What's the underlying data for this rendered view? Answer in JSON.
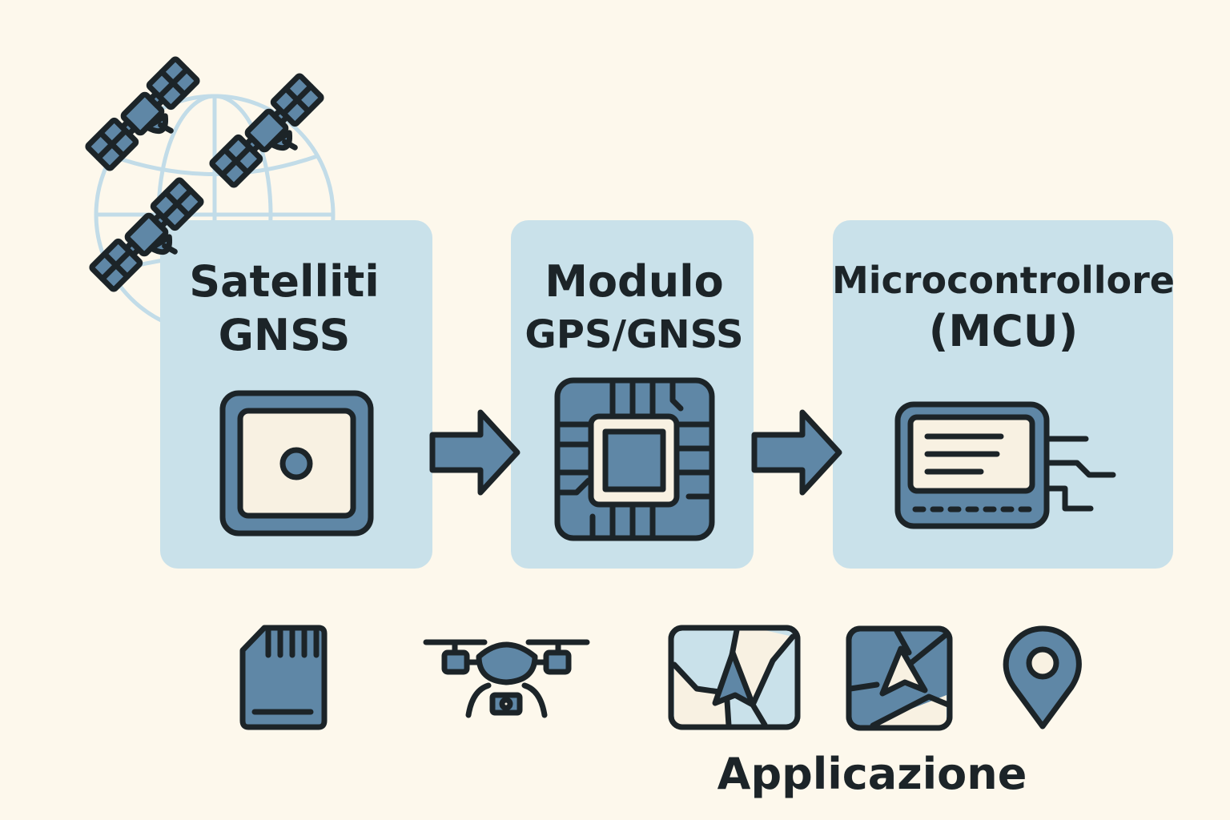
{
  "colors": {
    "background": "#fdf8ec",
    "box": "#c9e1ea",
    "accent": "#5f87a6",
    "outline": "#1c2428",
    "cream": "#f8f1e2",
    "globe": "#c2dce8"
  },
  "stages": [
    {
      "line1": "Satelliti",
      "line2": "GNSS",
      "icon": "gnss-antenna-icon"
    },
    {
      "line1": "Modulo",
      "line2": "GPS/GNSS",
      "icon": "gps-chip-icon"
    },
    {
      "line1": "Microcontrollore",
      "line2": "(MCU)",
      "icon": "mcu-board-icon"
    }
  ],
  "applications": {
    "label": "Applicazione",
    "icons": [
      "sd-card-icon",
      "drone-icon",
      "map-navigation-icon",
      "map-navigation-dark-icon",
      "location-pin-icon"
    ]
  }
}
